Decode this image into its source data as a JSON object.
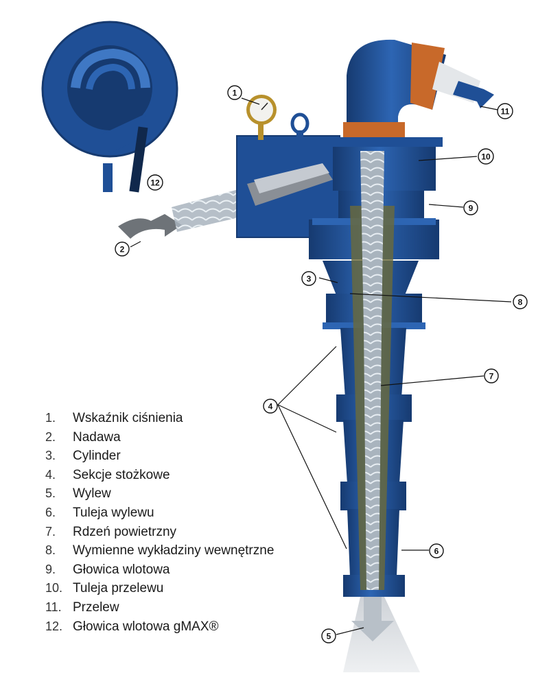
{
  "legend": [
    {
      "num": "1.",
      "label": "Wskaźnik ciśnienia"
    },
    {
      "num": "2.",
      "label": "Nadawa"
    },
    {
      "num": "3.",
      "label": "Cylinder"
    },
    {
      "num": "4.",
      "label": "Sekcje stożkowe"
    },
    {
      "num": "5.",
      "label": "Wylew"
    },
    {
      "num": "6.",
      "label": "Tuleja wylewu"
    },
    {
      "num": "7.",
      "label": "Rdzeń powietrzny"
    },
    {
      "num": "8.",
      "label": "Wymienne wykładziny wewnętrzne"
    },
    {
      "num": "9.",
      "label": "Głowica wlotowa"
    },
    {
      "num": "10.",
      "label": "Tuleja przelewu"
    },
    {
      "num": "11.",
      "label": "Przelew"
    },
    {
      "num": "12.",
      "label": "Głowica wlotowa gMAX®"
    }
  ],
  "callouts": {
    "c1": "1",
    "c2": "2",
    "c3": "3",
    "c4": "4",
    "c5": "5",
    "c6": "6",
    "c7": "7",
    "c8": "8",
    "c9": "9",
    "c10": "10",
    "c11": "11",
    "c12": "12"
  },
  "colors": {
    "body_blue": "#1f4f96",
    "dark_blue": "#163a70",
    "light_blue": "#3f78c4",
    "liner_olive": "#6b6a3a",
    "flange_orange": "#c8692a",
    "gray": "#8a8f96"
  }
}
